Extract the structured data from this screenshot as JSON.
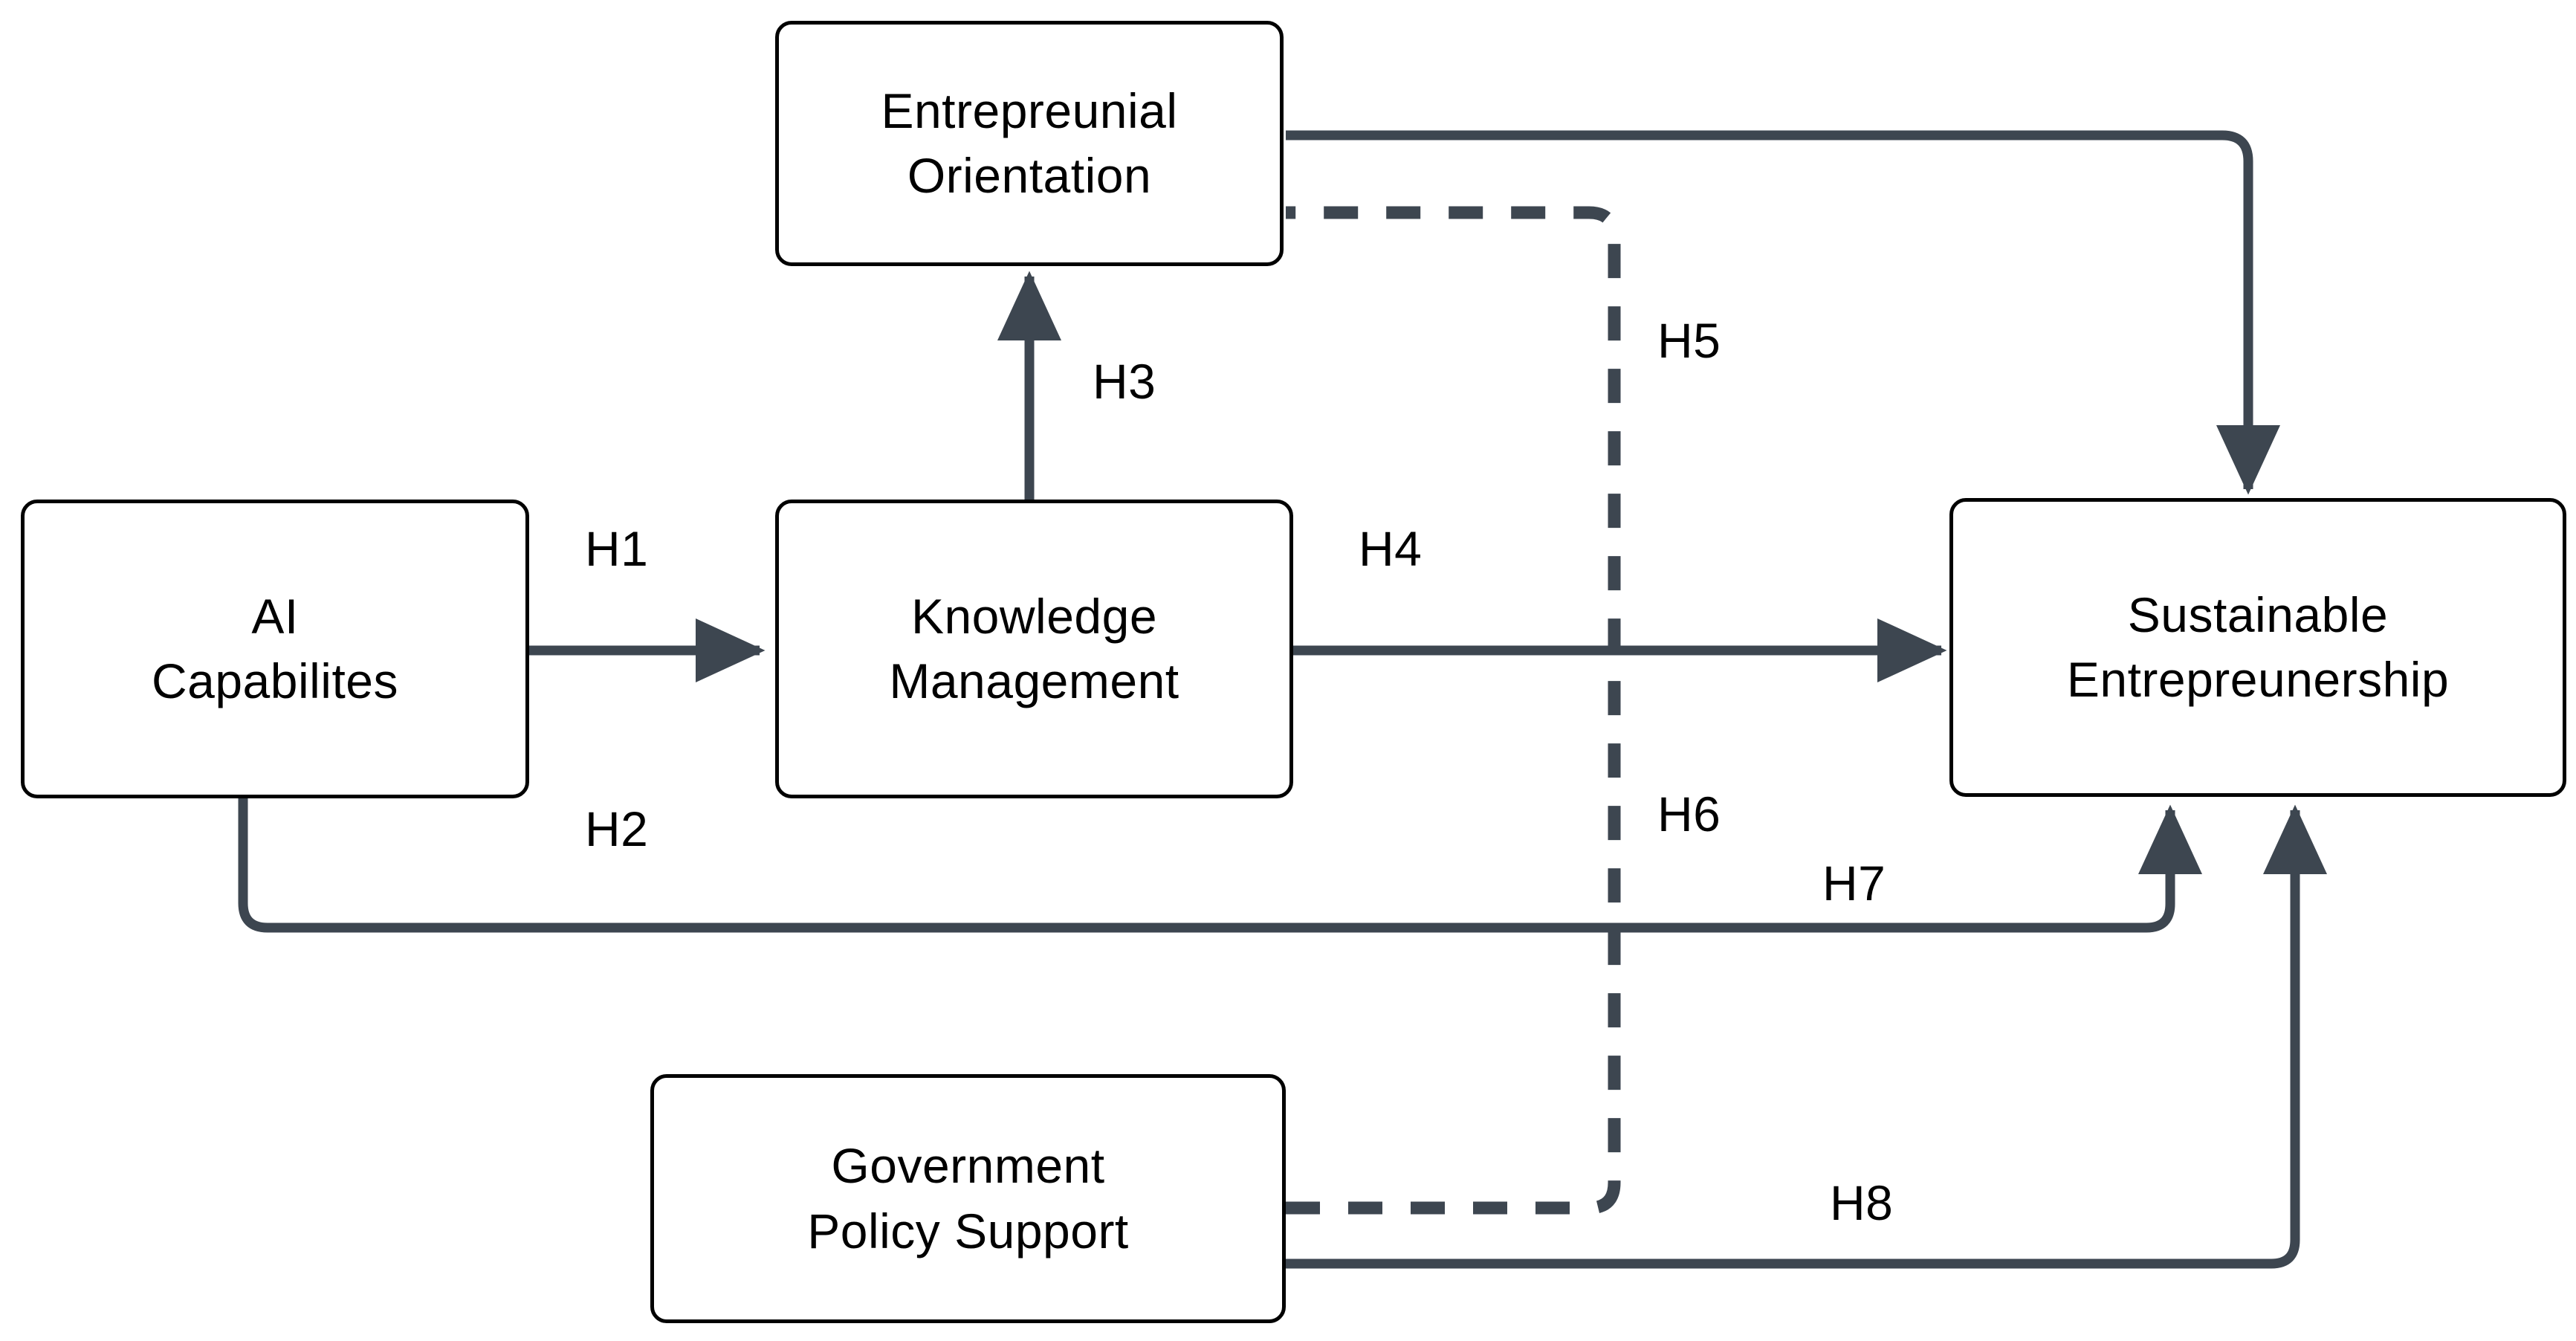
{
  "diagram": {
    "type": "conceptual-research-model",
    "background_color": "#ffffff",
    "node_border_color": "#000000",
    "connector_color": "#3d4650",
    "text_color": "#000000",
    "nodes": [
      {
        "id": "entrepreunial-orientation",
        "line1": "Entrepreunial",
        "line2": "Orientation"
      },
      {
        "id": "ai-capabilites",
        "line1": "AI",
        "line2": "Capabilites"
      },
      {
        "id": "knowledge-management",
        "line1": "Knowledge",
        "line2": "Management"
      },
      {
        "id": "sustainable-entrepreunership",
        "line1": "Sustainable",
        "line2": "Entrepreunership"
      },
      {
        "id": "government-policy-support",
        "line1": "Government",
        "line2": "Policy Support"
      }
    ],
    "edges": [
      {
        "id": "h1",
        "label": "H1",
        "from": "ai-capabilites",
        "to": "knowledge-management",
        "style": "solid",
        "arrow": true
      },
      {
        "id": "h2",
        "label": "H2",
        "from": "ai-capabilites",
        "to": "sustainable-entrepreunership",
        "style": "solid",
        "arrow": true
      },
      {
        "id": "h3",
        "label": "H3",
        "from": "knowledge-management",
        "to": "entrepreunial-orientation",
        "style": "solid",
        "arrow": true
      },
      {
        "id": "h4",
        "label": "H4",
        "from": "knowledge-management",
        "to": "sustainable-entrepreunership",
        "style": "solid",
        "arrow": true
      },
      {
        "id": "h5",
        "label": "H5",
        "from": "entrepreunial-orientation",
        "to": "sustainable-entrepreunership",
        "style": "solid",
        "arrow": true
      },
      {
        "id": "h6",
        "label": "H6",
        "from": "government-policy-support",
        "to": "entrepreunial-orientation",
        "style": "dashed",
        "arrow": false
      },
      {
        "id": "h7",
        "label": "H7",
        "from": "ai-capabilites",
        "to": "sustainable-entrepreunership",
        "style": "solid",
        "arrow": true
      },
      {
        "id": "h8",
        "label": "H8",
        "from": "government-policy-support",
        "to": "sustainable-entrepreunership",
        "style": "solid",
        "arrow": true
      }
    ]
  }
}
